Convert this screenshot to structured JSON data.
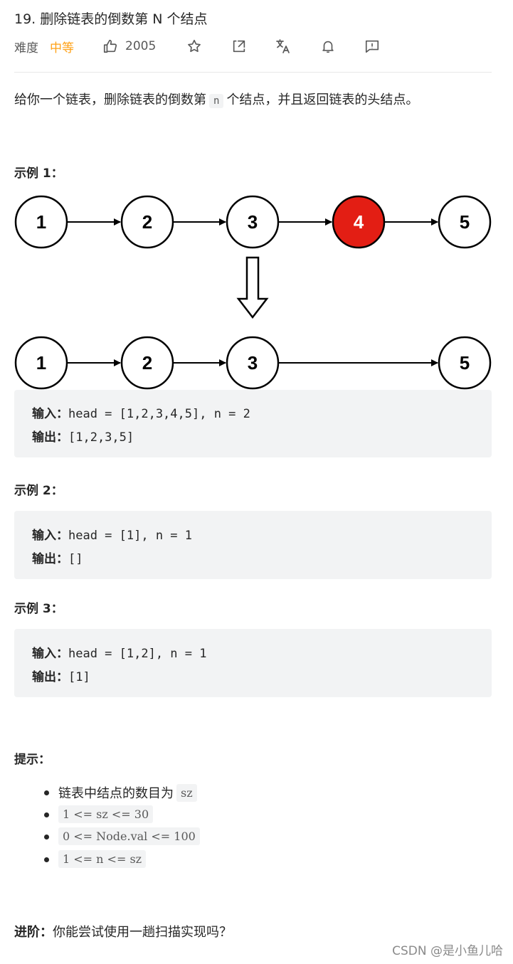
{
  "problem": {
    "title": "19. 删除链表的倒数第 N 个结点",
    "difficulty_label": "难度",
    "difficulty": "中等",
    "likes": "2005",
    "description_before": "给你一个链表，删除链表的倒数第",
    "description_code": "n",
    "description_after": "个结点，并且返回链表的头结点。"
  },
  "toolbar": {
    "icons": [
      "thumb-up-icon",
      "star-icon",
      "share-icon",
      "translate-icon",
      "bell-icon",
      "feedback-icon"
    ]
  },
  "examples": [
    {
      "title": "示例 1：",
      "input_label": "输入：",
      "input": "head = [1,2,3,4,5], n = 2",
      "output_label": "输出：",
      "output": "[1,2,3,5]"
    },
    {
      "title": "示例 2：",
      "input_label": "输入：",
      "input": "head = [1], n = 1",
      "output_label": "输出：",
      "output": "[]"
    },
    {
      "title": "示例 3：",
      "input_label": "输入：",
      "input": "head = [1,2], n = 1",
      "output_label": "输出：",
      "output": "[1]"
    }
  ],
  "diagram": {
    "before": [
      "1",
      "2",
      "3",
      "4",
      "5"
    ],
    "removed": "4",
    "after": [
      "1",
      "2",
      "3",
      "5"
    ],
    "highlight_color": "#e31e14"
  },
  "hints": {
    "title": "提示：",
    "items": [
      {
        "text": "链表中结点的数目为",
        "code": "sz"
      },
      {
        "text": "",
        "code": "1 <= sz <= 30"
      },
      {
        "text": "",
        "code": "0 <= Node.val <= 100"
      },
      {
        "text": "",
        "code": "1 <= n <= sz"
      }
    ]
  },
  "advanced": {
    "label": "进阶：",
    "text": "你能尝试使用一趟扫描实现吗？"
  },
  "watermark": "CSDN @是小鱼儿哈",
  "colors": {
    "difficulty": "#ffa116",
    "code_bg": "#f2f3f4"
  }
}
